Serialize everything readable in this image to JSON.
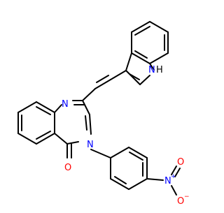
{
  "molecule": {
    "atom_labels": {
      "indole_nh": "H",
      "indole_n": "N",
      "ring_n1": "N",
      "ring_n3": "N",
      "carbonyl_o": "O",
      "nitro_n": "N",
      "nitro_n_charge": "+",
      "nitro_o_top": "O",
      "nitro_o_bottom": "O",
      "nitro_o_charge": "−"
    },
    "colors": {
      "bond": "#000000",
      "nitrogen": "#0000ff",
      "oxygen": "#ff0000",
      "background": "#ffffff"
    }
  }
}
